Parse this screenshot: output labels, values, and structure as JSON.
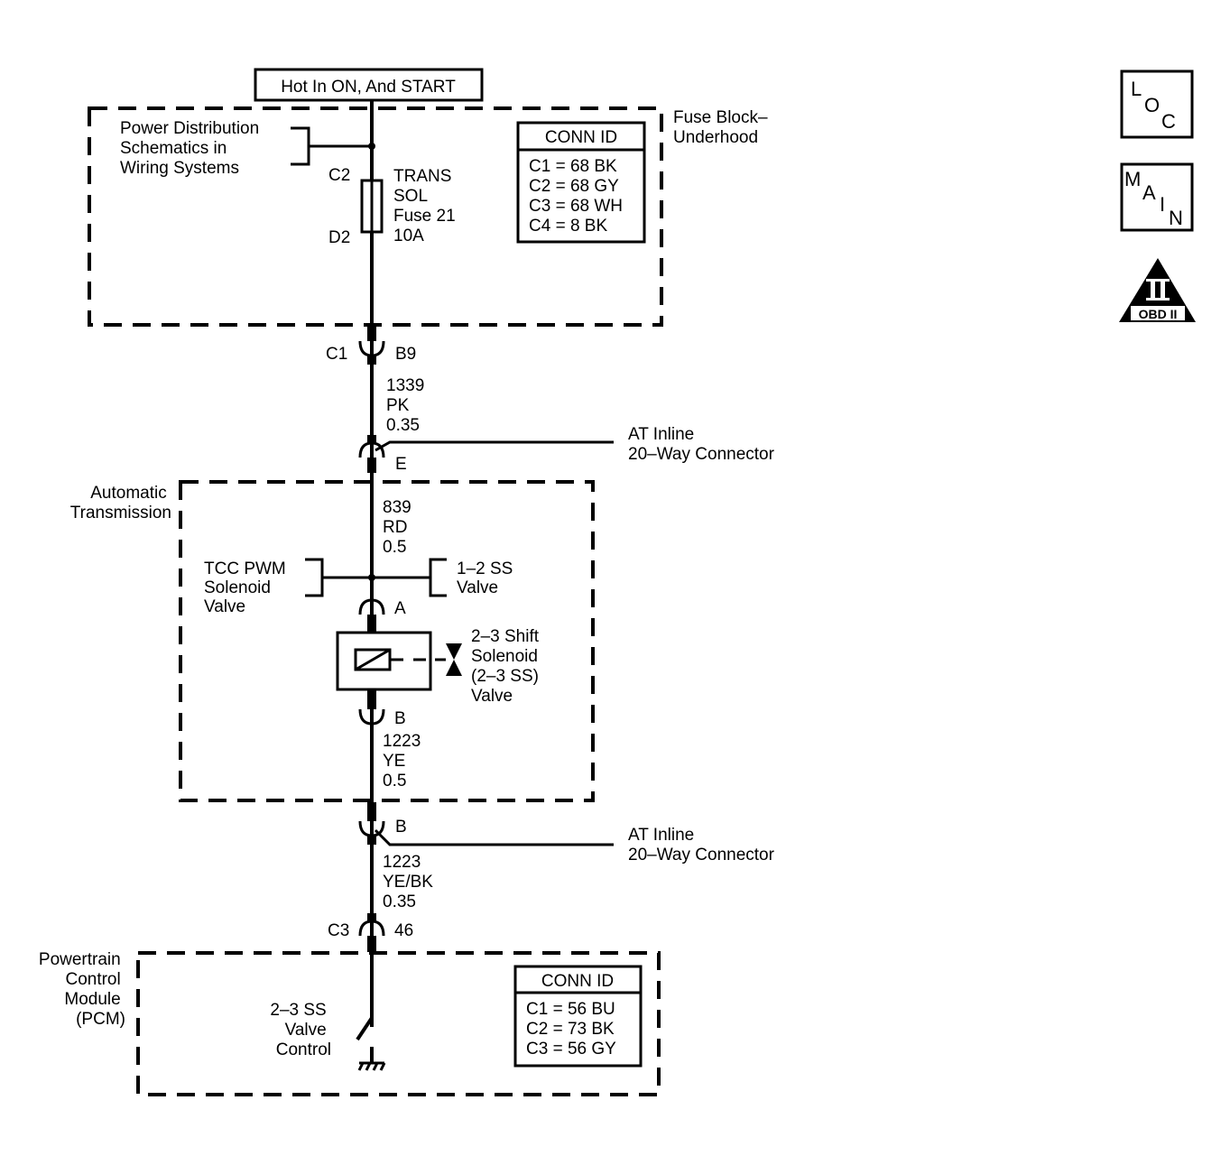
{
  "power_source": "Hot In ON, And START",
  "fuse_block": {
    "name": [
      "Fuse Block–",
      "Underhood"
    ],
    "power_distribution": [
      "Power Distribution",
      "Schematics in",
      "Wiring Systems"
    ],
    "fuse_top": "C2",
    "fuse_bottom": "D2",
    "fuse_label": [
      "TRANS",
      "SOL",
      "Fuse 21",
      "10A"
    ],
    "conn_id": {
      "header": "CONN ID",
      "rows": [
        "C1 = 68 BK",
        "C2 = 68 GY",
        "C3 = 68 WH",
        "C4 = 8 BK"
      ]
    },
    "out_connector": "C1",
    "out_pin": "B9"
  },
  "wire_1": [
    "1339",
    "PK",
    "0.35"
  ],
  "inline_top": {
    "pin": "E",
    "label": [
      "AT Inline",
      "20–Way Connector"
    ]
  },
  "transmission": {
    "name": [
      "Automatic",
      "Transmission"
    ],
    "wire": [
      "839",
      "RD",
      "0.5"
    ],
    "tcc": [
      "TCC PWM",
      "Solenoid",
      "Valve"
    ],
    "ss12": [
      "1–2 SS",
      "Valve"
    ],
    "pin_a": "A",
    "pin_b": "B",
    "solenoid": [
      "2–3 Shift",
      "Solenoid",
      "(2–3 SS)",
      "Valve"
    ],
    "wire_out": [
      "1223",
      "YE",
      "0.5"
    ]
  },
  "inline_bottom": {
    "pin": "B",
    "label": [
      "AT Inline",
      "20–Way Connector"
    ]
  },
  "wire_2": [
    "1223",
    "YE/BK",
    "0.35"
  ],
  "pcm_connector": "C3",
  "pcm_pin": "46",
  "pcm": {
    "name": [
      "Powertrain",
      "Control",
      "Module",
      "(PCM)"
    ],
    "control": [
      "2–3 SS",
      "Valve",
      "Control"
    ],
    "conn_id": {
      "header": "CONN ID",
      "rows": [
        "C1 = 56 BU",
        "C2 = 73 BK",
        "C3 = 56 GY"
      ]
    }
  },
  "nav_buttons": {
    "loc": [
      "L",
      "O",
      "C"
    ],
    "main": [
      "M",
      "A",
      "I",
      "N"
    ],
    "obd_numeral": "II",
    "obd_label": "OBD II"
  }
}
